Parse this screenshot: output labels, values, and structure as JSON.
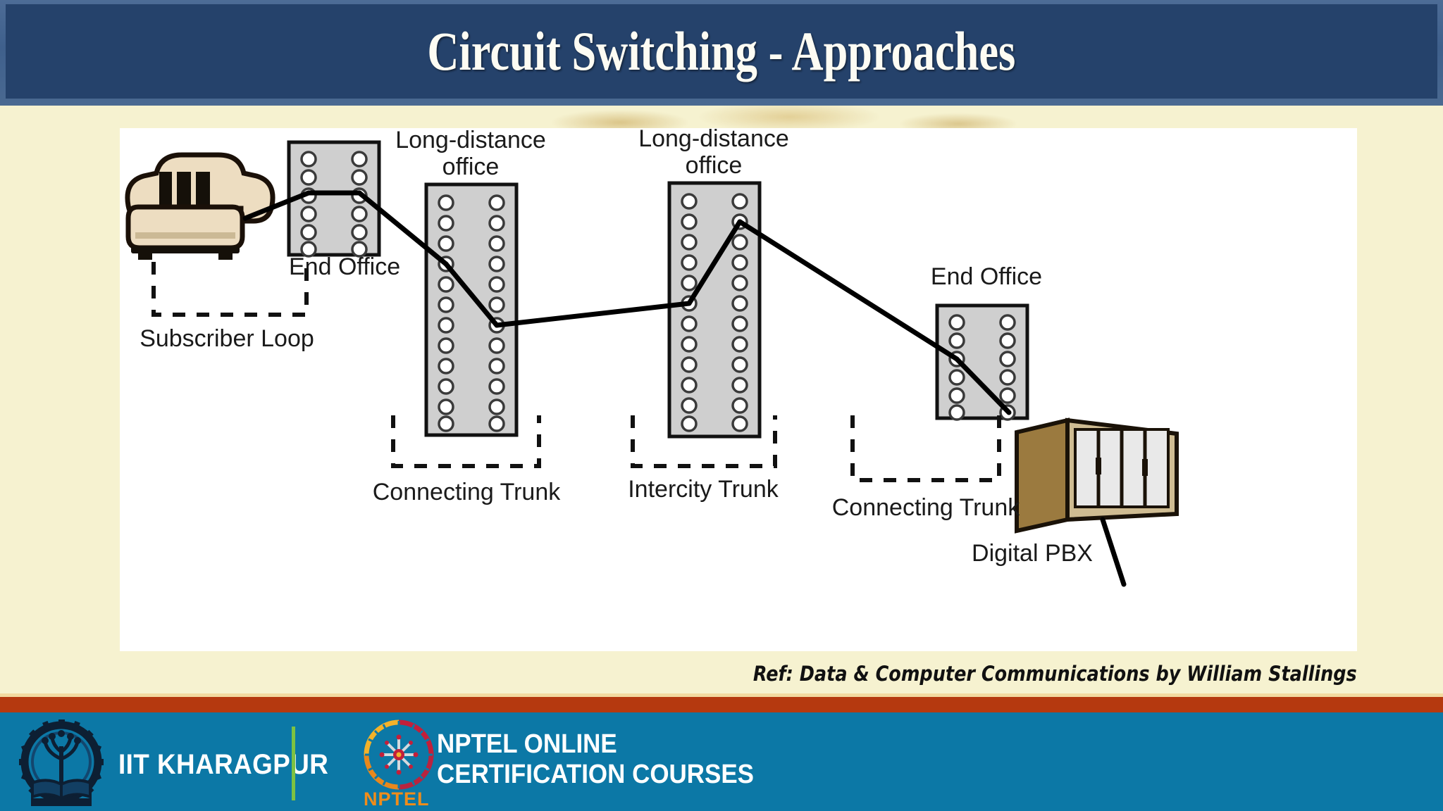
{
  "slide": {
    "title": "Circuit Switching - Approaches",
    "reference": "Ref: Data & Computer Communications by William Stallings"
  },
  "colors": {
    "title_bar": "#25426b",
    "title_frame": "#4a6991",
    "background": "#f6f2d0",
    "figure_panel": "#ffffff",
    "accent_red": "#b5390f",
    "footer_blue": "#0c78a6",
    "divider_green": "#7dc242",
    "nptel_orange": "#f08c1a",
    "switch_fill": "#cfcfcf",
    "phone_body": "#eddcc0",
    "pbx_body": "#9b7a3f"
  },
  "figure": {
    "nodes": [
      {
        "id": "telephone",
        "type": "telephone-icon",
        "label": ""
      },
      {
        "id": "end-office-left",
        "type": "switch",
        "label": "End Office",
        "label_position": "below",
        "rows": 6
      },
      {
        "id": "long-distance-office-1",
        "type": "switch",
        "label": "Long-distance office",
        "label_position": "above",
        "rows": 12
      },
      {
        "id": "long-distance-office-2",
        "type": "switch",
        "label": "Long-distance office",
        "label_position": "above",
        "rows": 12
      },
      {
        "id": "end-office-right",
        "type": "switch",
        "label": "End Office",
        "label_position": "above",
        "rows": 6
      },
      {
        "id": "digital-pbx",
        "type": "pbx-icon",
        "label": "Digital PBX",
        "label_position": "below"
      }
    ],
    "link_labels": [
      {
        "id": "subscriber-loop",
        "label": "Subscriber Loop"
      },
      {
        "id": "connecting-trunk-left",
        "label": "Connecting Trunk"
      },
      {
        "id": "intercity-trunk",
        "label": "Intercity Trunk"
      },
      {
        "id": "connecting-trunk-right",
        "label": "Connecting Trunk"
      }
    ],
    "labels": {
      "end_office": "End Office",
      "long_distance_line1": "Long-distance",
      "long_distance_line2": "office",
      "subscriber_loop": "Subscriber Loop",
      "connecting_trunk": "Connecting Trunk",
      "intercity_trunk": "Intercity Trunk",
      "digital_pbx": "Digital PBX"
    }
  },
  "footer": {
    "institute": "IIT KHARAGPUR",
    "program_line1": "NPTEL ONLINE",
    "program_line2": "CERTIFICATION COURSES",
    "nptel_word": "NPTEL"
  }
}
